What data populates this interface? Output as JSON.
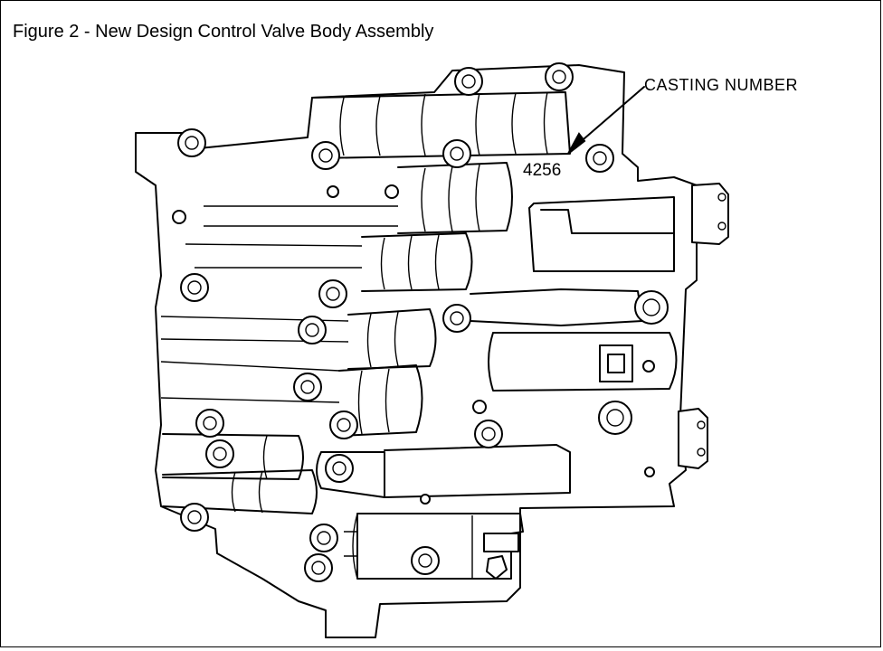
{
  "figure": {
    "title": "Figure 2 - New Design Control Valve Body Assembly",
    "callout_label": "CASTING NUMBER",
    "casting_number": "4256"
  }
}
